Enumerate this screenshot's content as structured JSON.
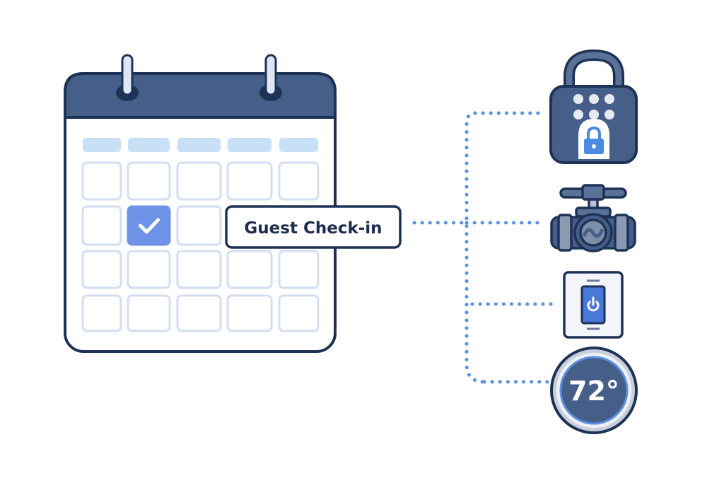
{
  "calendar": {
    "label": "Guest Check-in",
    "checked_cell": {
      "row": 2,
      "column": 2
    },
    "columns": 5,
    "rows": 4
  },
  "devices": [
    {
      "icon": "keypad-lock-icon"
    },
    {
      "icon": "water-valve-icon"
    },
    {
      "icon": "smart-switch-icon"
    },
    {
      "icon": "thermostat-icon",
      "reading": "72°"
    }
  ],
  "colors": {
    "navy": "#465f88",
    "outline": "#1e3256",
    "accent": "#6e93e6",
    "connector": "#5b8fe0",
    "cell_border": "#d3def0",
    "header_pill": "#c8e0f6"
  }
}
